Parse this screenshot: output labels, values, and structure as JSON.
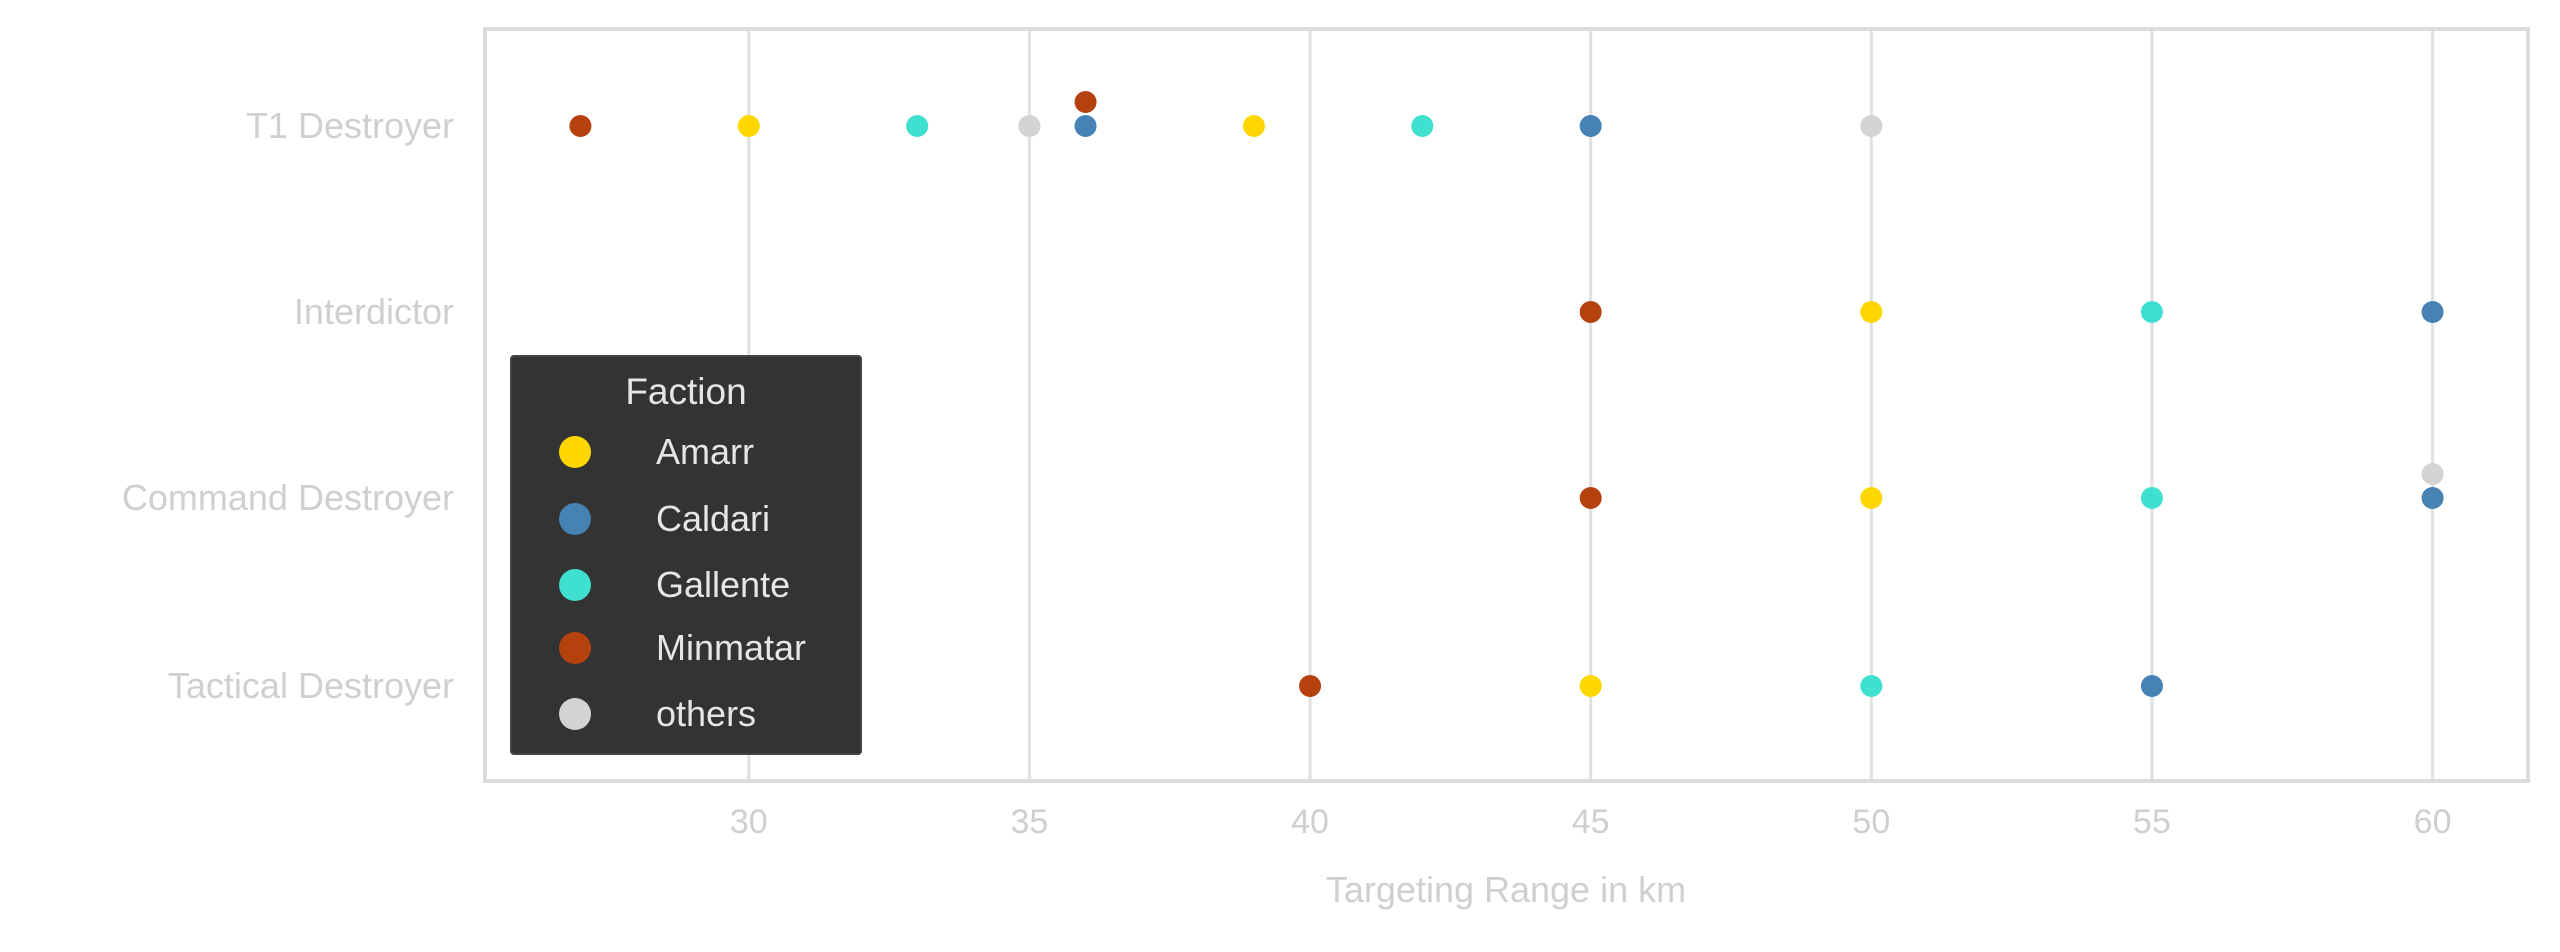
{
  "chart_data": {
    "type": "scatter",
    "subtype": "swarm",
    "title": "",
    "xlabel": "Targeting Range in km",
    "ylabel": "",
    "xlim": [
      25.3,
      61.7
    ],
    "xticks": [
      30,
      35,
      40,
      45,
      50,
      55,
      60
    ],
    "categories": [
      "T1 Destroyer",
      "Interdictor",
      "Command Destroyer",
      "Tactical Destroyer"
    ],
    "grid": "vertical",
    "legend": {
      "title": "Faction",
      "placement": "center-left",
      "entries": [
        "Amarr",
        "Caldari",
        "Gallente",
        "Minmatar",
        "others"
      ]
    },
    "colors": {
      "Amarr": "#FFD700",
      "Caldari": "#4682B4",
      "Gallente": "#40E0D0",
      "Minmatar": "#B5410E",
      "others": "#D3D3D3"
    },
    "points": [
      {
        "category": "T1 Destroyer",
        "faction": "Minmatar",
        "x": 27
      },
      {
        "category": "T1 Destroyer",
        "faction": "Amarr",
        "x": 30
      },
      {
        "category": "T1 Destroyer",
        "faction": "Gallente",
        "x": 33
      },
      {
        "category": "T1 Destroyer",
        "faction": "others",
        "x": 35
      },
      {
        "category": "T1 Destroyer",
        "faction": "Caldari",
        "x": 36
      },
      {
        "category": "T1 Destroyer",
        "faction": "Minmatar",
        "x": 36
      },
      {
        "category": "T1 Destroyer",
        "faction": "Amarr",
        "x": 39
      },
      {
        "category": "T1 Destroyer",
        "faction": "Gallente",
        "x": 42
      },
      {
        "category": "T1 Destroyer",
        "faction": "Caldari",
        "x": 45
      },
      {
        "category": "T1 Destroyer",
        "faction": "others",
        "x": 50
      },
      {
        "category": "Interdictor",
        "faction": "Minmatar",
        "x": 45
      },
      {
        "category": "Interdictor",
        "faction": "Amarr",
        "x": 50
      },
      {
        "category": "Interdictor",
        "faction": "Gallente",
        "x": 55
      },
      {
        "category": "Interdictor",
        "faction": "Caldari",
        "x": 60
      },
      {
        "category": "Command Destroyer",
        "faction": "Minmatar",
        "x": 45
      },
      {
        "category": "Command Destroyer",
        "faction": "Amarr",
        "x": 50
      },
      {
        "category": "Command Destroyer",
        "faction": "Gallente",
        "x": 55
      },
      {
        "category": "Command Destroyer",
        "faction": "Caldari",
        "x": 60
      },
      {
        "category": "Command Destroyer",
        "faction": "others",
        "x": 60
      },
      {
        "category": "Tactical Destroyer",
        "faction": "Minmatar",
        "x": 40
      },
      {
        "category": "Tactical Destroyer",
        "faction": "Amarr",
        "x": 45
      },
      {
        "category": "Tactical Destroyer",
        "faction": "Gallente",
        "x": 50
      },
      {
        "category": "Tactical Destroyer",
        "faction": "Caldari",
        "x": 55
      }
    ]
  }
}
